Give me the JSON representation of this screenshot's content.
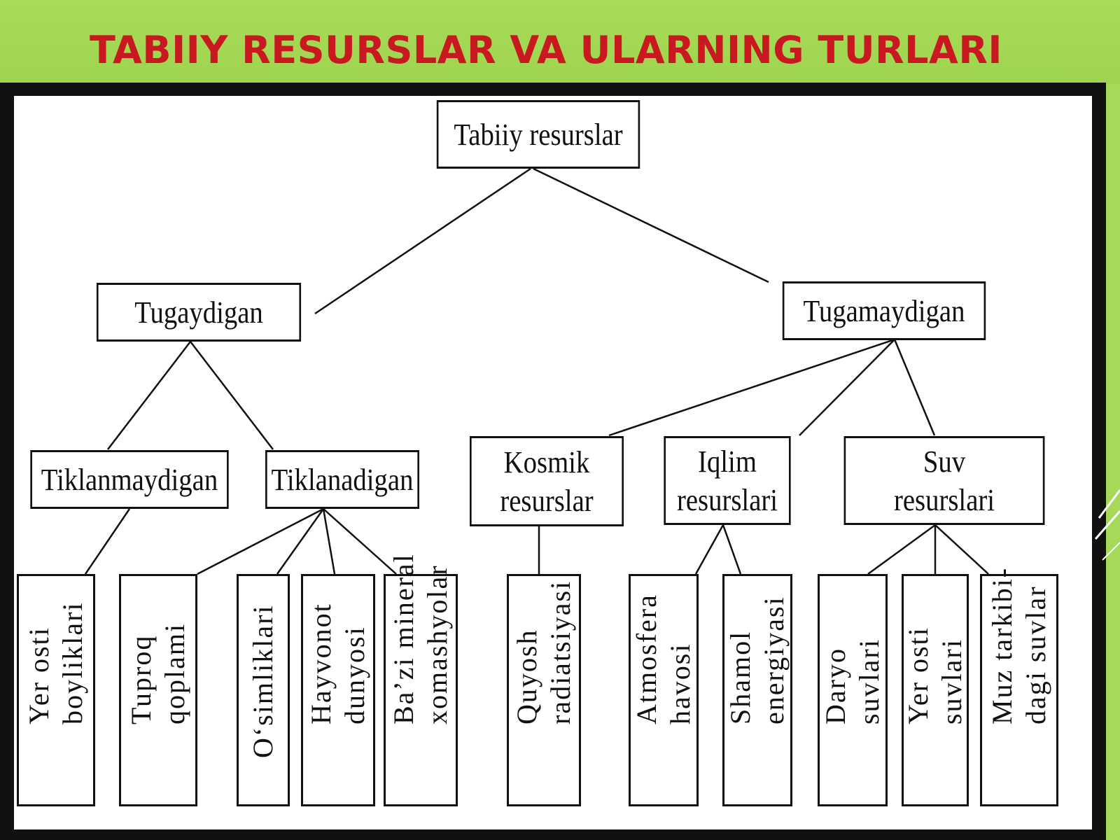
{
  "title": "TABIIY RESURSLAR VA ULARNING TURLARI",
  "colors": {
    "background": "#a6d957",
    "title": "#c81820",
    "frame": "#111111"
  },
  "root": {
    "label": "Tabiiy resurslar"
  },
  "categories": [
    {
      "id": "tugaydigan",
      "label": "Tugaydigan"
    },
    {
      "id": "tugamaydigan",
      "label": "Tugamaydigan"
    }
  ],
  "subcategories": [
    {
      "id": "tiklanmaydigan",
      "lines": [
        "Tiklanmaydigan"
      ]
    },
    {
      "id": "tiklanadigan",
      "lines": [
        "Tiklanadigan"
      ]
    },
    {
      "id": "kosmik",
      "lines": [
        "Kosmik",
        "resurslar"
      ]
    },
    {
      "id": "iqlim",
      "lines": [
        "Iqlim",
        "resurslari"
      ]
    },
    {
      "id": "suv",
      "lines": [
        "Suv",
        "resurslari"
      ]
    }
  ],
  "leaves": [
    {
      "id": "yer-osti-boyliklari",
      "lines": [
        "Yer osti",
        "boyliklari"
      ]
    },
    {
      "id": "tuproq-qoplami",
      "lines": [
        "Tuproq",
        "qoplami"
      ]
    },
    {
      "id": "osimliklari",
      "lines": [
        "O‘simliklari"
      ]
    },
    {
      "id": "hayvonot-dunyosi",
      "lines": [
        "Hayvonot",
        "dunyosi"
      ]
    },
    {
      "id": "bazi-mineral",
      "lines": [
        "Ba’zi mineral",
        "xomashyolar"
      ]
    },
    {
      "id": "quyosh-radiatsiyasi",
      "lines": [
        "Quyosh",
        "radiatsiyasi"
      ]
    },
    {
      "id": "atmosfera-havosi",
      "lines": [
        "Atmosfera",
        "havosi"
      ]
    },
    {
      "id": "shamol-energiyasi",
      "lines": [
        "Shamol",
        "energiyasi"
      ]
    },
    {
      "id": "daryo-suvlari",
      "lines": [
        "Daryo",
        "suvlari"
      ]
    },
    {
      "id": "yer-osti-suvlari",
      "lines": [
        "Yer osti",
        "suvlari"
      ]
    },
    {
      "id": "muz-tarkibidagi-suvlar",
      "lines": [
        "Muz tarkibi-",
        "dagi suvlar"
      ]
    }
  ]
}
